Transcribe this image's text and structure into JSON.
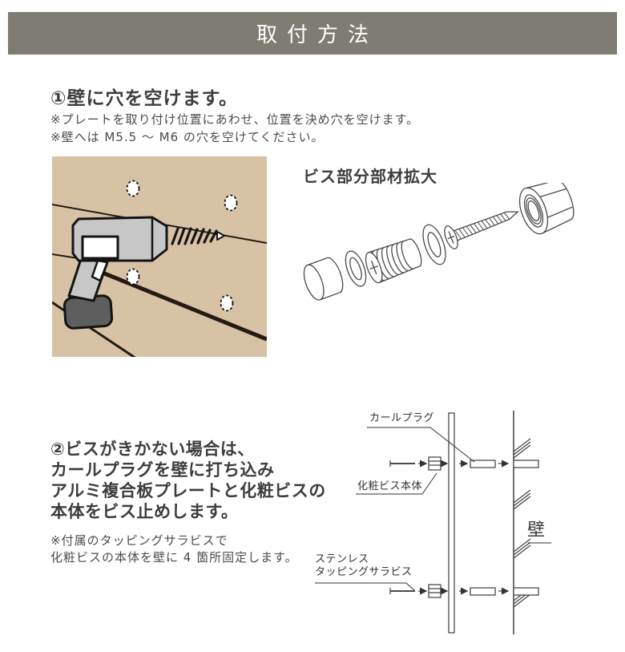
{
  "header": {
    "title": "取付方法"
  },
  "step1": {
    "heading": "①壁に穴を空けます。",
    "notes": [
      "※プレートを取り付け位置にあわせ、位置を決め穴を空けます。",
      "※壁へは M5.5 ～ M6 の穴を空けてください。"
    ],
    "exploded_label": "ビス部分部材拡大"
  },
  "step2": {
    "heading_lines": [
      "②ビスがきかない場合は、",
      "カールプラグを壁に打ち込み",
      "アルミ複合板プレートと化粧ビスの",
      "本体をビス止めします。"
    ],
    "notes": [
      "※付属のタッピングサラビスで",
      "化粧ビスの本体を壁に 4 箇所固定します。"
    ],
    "diagram_labels": {
      "curl_plug": "カールプラグ",
      "screw_body": "化粧ビス本体",
      "tapping_line1": "ステンレス",
      "tapping_line2": "タッピングサラビス",
      "wall": "壁"
    }
  },
  "colors": {
    "header_bg": "#7f7c74",
    "header_text": "#ffffff",
    "wall_tan": "#d8c2a6",
    "drill_body_gray": "#c7c7c7",
    "battery_gray": "#5e5e5e",
    "outline_black": "#141414",
    "diagram_line": "#4a4a4a",
    "text_dark": "#3d3d3d"
  }
}
